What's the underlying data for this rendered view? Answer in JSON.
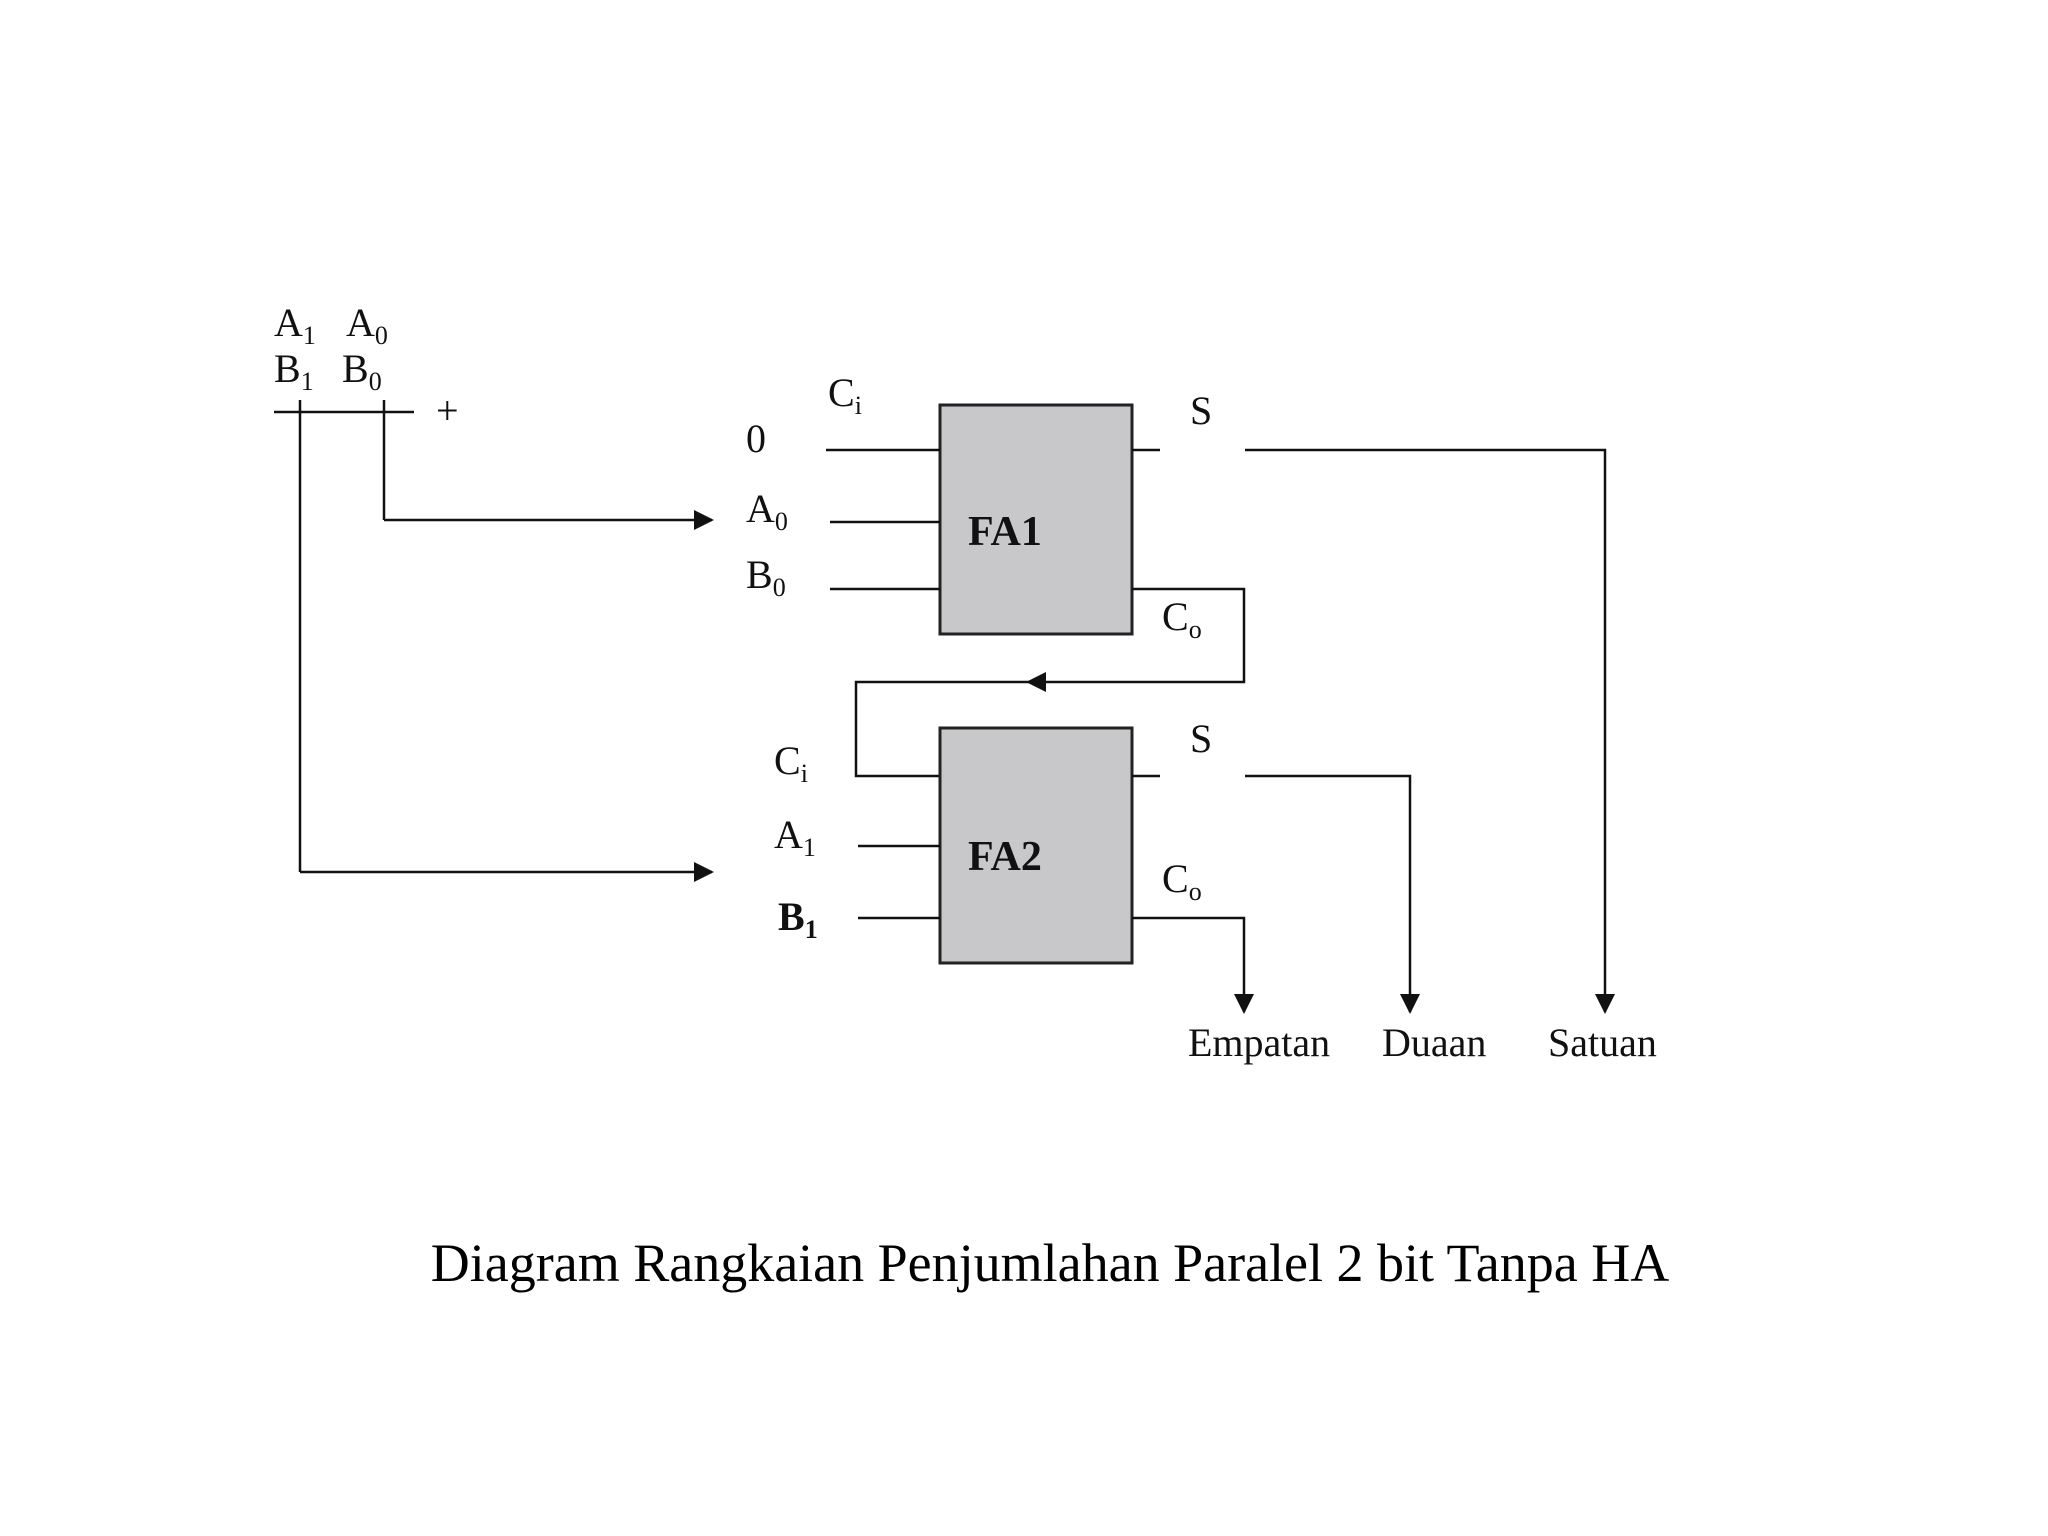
{
  "operand": {
    "a1_base": "A",
    "a1_sub": "1",
    "a0_base": "A",
    "a0_sub": "0",
    "b1_base": "B",
    "b1_sub": "1",
    "b0_base": "B",
    "b0_sub": "0",
    "plus": "+"
  },
  "fa1": {
    "name": "FA1",
    "ci_base": "C",
    "ci_sub": "i",
    "zero": "0",
    "a_base": "A",
    "a_sub": "0",
    "b_base": "B",
    "b_sub": "0",
    "s": "S",
    "co_base": "C",
    "co_sub": "o"
  },
  "fa2": {
    "name": "FA2",
    "ci_base": "C",
    "ci_sub": "i",
    "a_base": "A",
    "a_sub": "1",
    "b_base": "B",
    "b_sub": "1",
    "s": "S",
    "co_base": "C",
    "co_sub": "o"
  },
  "outputs": {
    "empatan": "Empatan",
    "duaan": "Duaan",
    "satuan": "Satuan"
  },
  "caption": "Diagram Rangkaian Penjumlahan Paralel 2 bit Tanpa HA"
}
